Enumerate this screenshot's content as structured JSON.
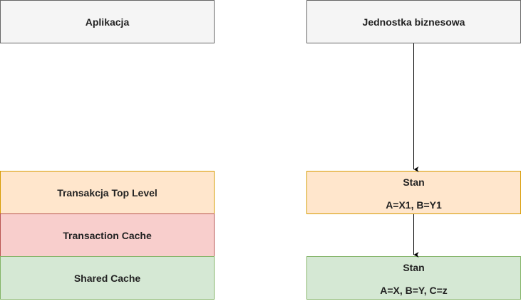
{
  "left_column": {
    "application": "Aplikacja",
    "top_level_transaction": "Transakcja Top Level",
    "transaction_cache": "Transaction Cache",
    "shared_cache": "Shared Cache"
  },
  "right_column": {
    "business_unit": "Jednostka biznesowa",
    "state_1": {
      "title": "Stan",
      "values": "A=X1, B=Y1"
    },
    "state_2": {
      "title": "Stan",
      "values": "A=X, B=Y, C=z"
    }
  },
  "colors": {
    "gray_fill": "#f5f5f5",
    "orange_fill": "#ffe6cc",
    "orange_stroke": "#d79b00",
    "red_fill": "#f8cecc",
    "red_stroke": "#b85450",
    "green_fill": "#d5e8d4",
    "green_stroke": "#82b366",
    "connector": "#000000"
  }
}
